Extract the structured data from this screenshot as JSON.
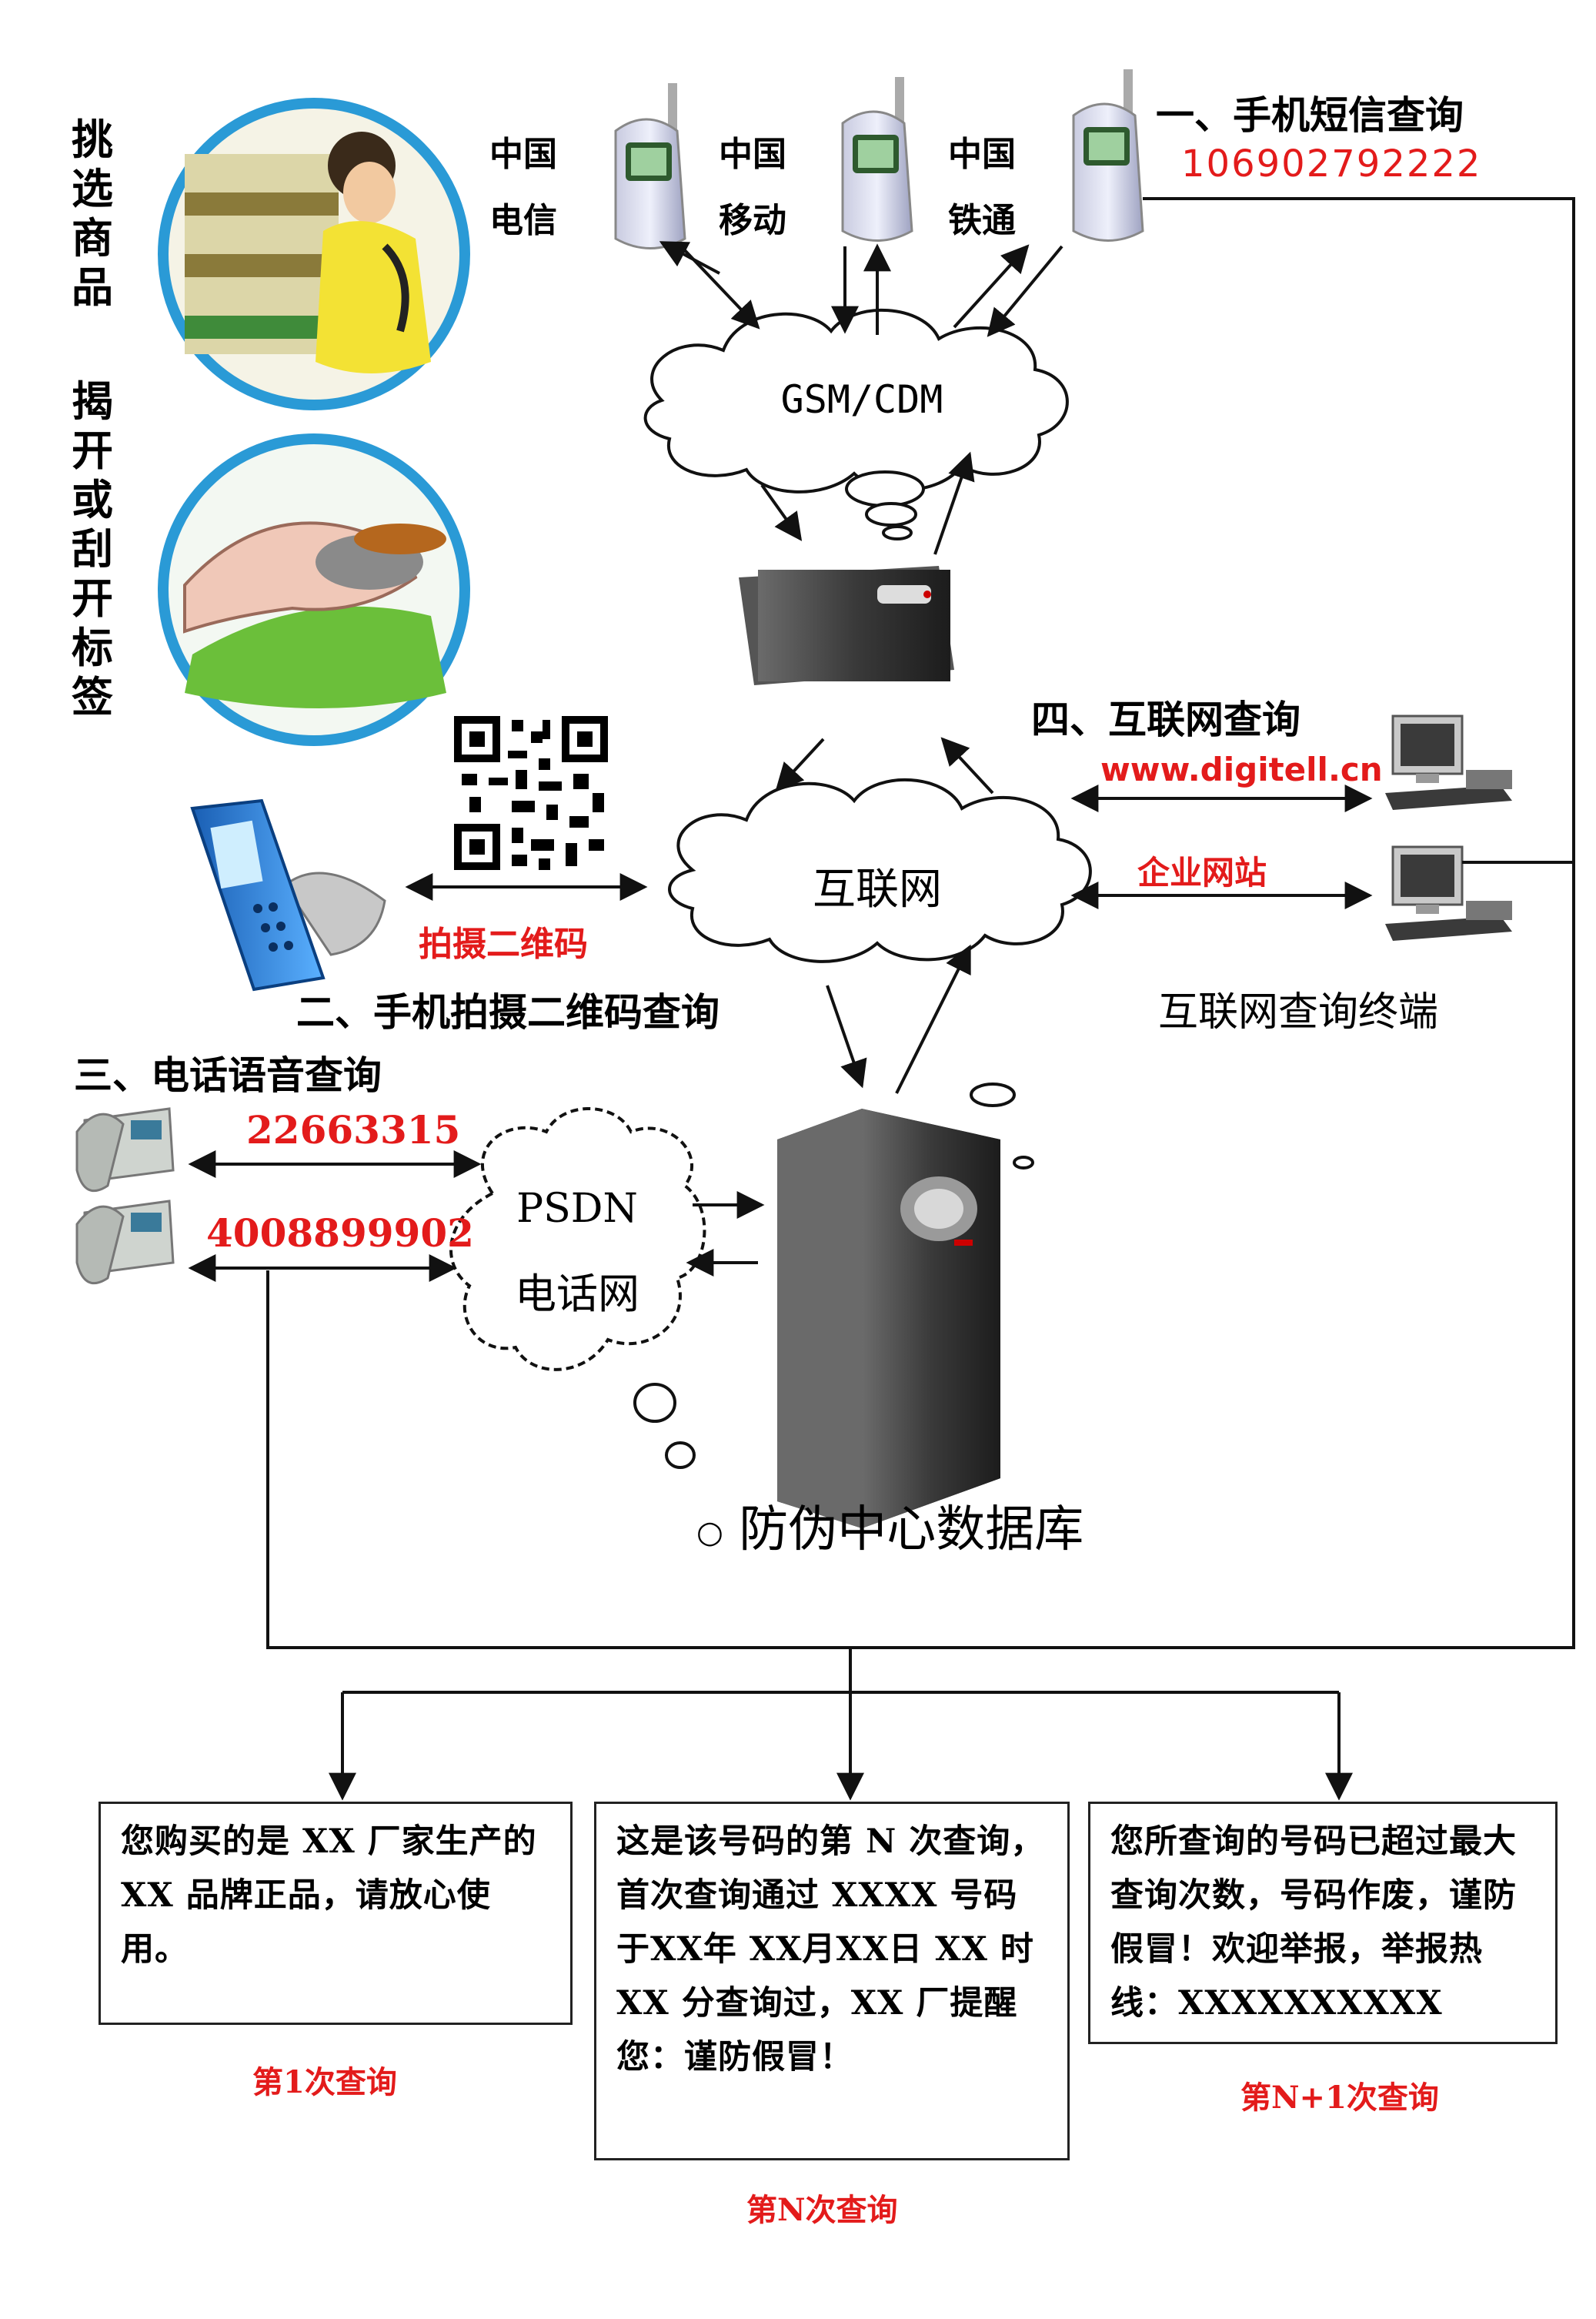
{
  "steps": {
    "pick": "挑选商品",
    "reveal": "揭开或刮开标签"
  },
  "sms": {
    "title": "一、手机短信查询",
    "number": "106902792222",
    "carriers": [
      {
        "line1": "中国",
        "line2": "电信"
      },
      {
        "line1": "中国",
        "line2": "移动"
      },
      {
        "line1": "中国",
        "line2": "铁通"
      }
    ],
    "network": "GSM/CDM"
  },
  "qr": {
    "action": "拍摄二维码",
    "title": "二、手机拍摄二维码查询"
  },
  "internet": {
    "cloud": "互联网",
    "title": "四、互联网查询",
    "url": "www.digitell.cn",
    "site": "企业网站",
    "terminal": "互联网查询终端"
  },
  "phone": {
    "title": "三、电话语音查询",
    "number1": "22663315",
    "number2": "4008899902",
    "cloud_line1": "PSDN",
    "cloud_line2": "电话网"
  },
  "database": {
    "label": "防伪中心数据库"
  },
  "results": [
    {
      "text": "您购买的是 XX 厂家生产的 XX 品牌正品，请放心使用。",
      "caption": "第1次查询"
    },
    {
      "text": "这是该号码的第 N 次查询，首次查询通过 XXXX 号码于XX年 XX月XX日 XX 时 XX 分查询过，XX 厂提醒您：谨防假冒！",
      "caption": "第N次查询"
    },
    {
      "text": "您所查询的号码已超过最大查询次数，号码作废，谨防假冒！欢迎举报，举报热线：XXXXXXXXXX",
      "caption": "第N+1次查询"
    }
  ],
  "colors": {
    "accent_red": "#e31b1b",
    "line": "#222222",
    "circle_blue": "#2a9ad6"
  }
}
